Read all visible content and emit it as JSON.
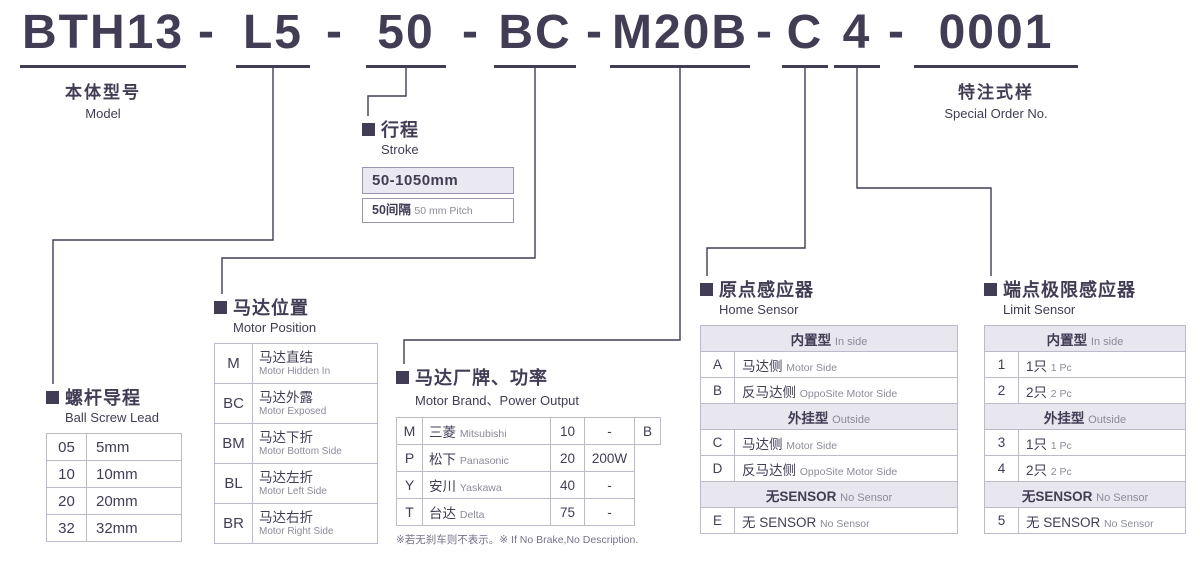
{
  "colors": {
    "accent": "#423C55",
    "secondary": "#8D8A9B",
    "table_border": "#BEB8CB",
    "header_bg": "#E8E6EE",
    "box_bg": "#EAE8F0"
  },
  "model_code": {
    "segments": [
      "BTH13",
      "L5",
      "50",
      "BC",
      "M20B",
      "C",
      "4",
      "0001"
    ],
    "separator": "-"
  },
  "model_label": {
    "zh": "本体型号",
    "en": "Model"
  },
  "special_label": {
    "zh": "特注式样",
    "en": "Special Order No."
  },
  "stroke": {
    "title_zh": "行程",
    "title_en": "Stroke",
    "range": "50-1050mm",
    "pitch_zh": "50间隔",
    "pitch_en": "50 mm Pitch"
  },
  "ball_screw": {
    "title_zh": "螺杆导程",
    "title_en": "Ball Screw Lead",
    "rows": [
      {
        "code": "05",
        "value": "5mm"
      },
      {
        "code": "10",
        "value": "10mm"
      },
      {
        "code": "20",
        "value": "20mm"
      },
      {
        "code": "32",
        "value": "32mm"
      }
    ]
  },
  "motor_position": {
    "title_zh": "马达位置",
    "title_en": "Motor Position",
    "rows": [
      {
        "code": "M",
        "zh": "马达直结",
        "en": "Motor Hidden In"
      },
      {
        "code": "BC",
        "zh": "马达外露",
        "en": "Motor Exposed"
      },
      {
        "code": "BM",
        "zh": "马达下折",
        "en": "Motor Bottom Side"
      },
      {
        "code": "BL",
        "zh": "马达左折",
        "en": "Motor Left Side"
      },
      {
        "code": "BR",
        "zh": "马达右折",
        "en": "Motor Right Side"
      }
    ]
  },
  "motor_brand": {
    "title_zh": "马达厂牌、功率",
    "title_en": "Motor Brand、Power Output",
    "rows": [
      {
        "code": "M",
        "brand_zh": "三菱",
        "brand_en": "Mitsubishi",
        "power_code": "10",
        "power": "-",
        "brake": "B"
      },
      {
        "code": "P",
        "brand_zh": "松下",
        "brand_en": "Panasonic",
        "power_code": "20",
        "power": "200W",
        "brake": ""
      },
      {
        "code": "Y",
        "brand_zh": "安川",
        "brand_en": "Yaskawa",
        "power_code": "40",
        "power": "-",
        "brake": ""
      },
      {
        "code": "T",
        "brand_zh": "台达",
        "brand_en": "Delta",
        "power_code": "75",
        "power": "-",
        "brake": ""
      }
    ],
    "note_zh": "※若无刹车则不表示。",
    "note_en": "※ If No Brake,No Description."
  },
  "home_sensor": {
    "title_zh": "原点感应器",
    "title_en": "Home Sensor",
    "rows": [
      {
        "type": "header",
        "zh": "内置型",
        "en": "In side"
      },
      {
        "type": "row",
        "code": "A",
        "zh": "马达侧",
        "en": "Motor Side"
      },
      {
        "type": "row",
        "code": "B",
        "zh": "反马达侧",
        "en": "OppoSite Motor Side"
      },
      {
        "type": "header",
        "zh": "外挂型",
        "en": "Outside"
      },
      {
        "type": "row",
        "code": "C",
        "zh": "马达侧",
        "en": "Motor Side"
      },
      {
        "type": "row",
        "code": "D",
        "zh": "反马达侧",
        "en": "OppoSite Motor Side"
      },
      {
        "type": "header",
        "zh": "无SENSOR",
        "en": "No Sensor"
      },
      {
        "type": "row",
        "code": "E",
        "zh": "无 SENSOR",
        "en": "No Sensor"
      }
    ]
  },
  "limit_sensor": {
    "title_zh": "端点极限感应器",
    "title_en": "Limit Sensor",
    "rows": [
      {
        "type": "header",
        "zh": "内置型",
        "en": "In side"
      },
      {
        "type": "row",
        "code": "1",
        "zh": "1只",
        "en": "1 Pc"
      },
      {
        "type": "row",
        "code": "2",
        "zh": "2只",
        "en": "2 Pc"
      },
      {
        "type": "header",
        "zh": "外挂型",
        "en": "Outside"
      },
      {
        "type": "row",
        "code": "3",
        "zh": "1只",
        "en": "1 Pc"
      },
      {
        "type": "row",
        "code": "4",
        "zh": "2只",
        "en": "2 Pc"
      },
      {
        "type": "header",
        "zh": "无SENSOR",
        "en": "No Sensor"
      },
      {
        "type": "row",
        "code": "5",
        "zh": "无 SENSOR",
        "en": "No Sensor"
      }
    ]
  }
}
